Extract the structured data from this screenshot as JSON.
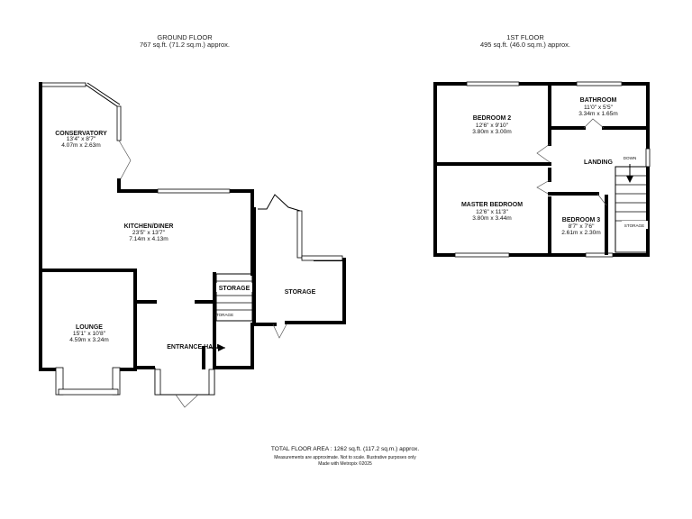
{
  "ground_floor": {
    "title": "GROUND FLOOR",
    "area": "767 sq.ft. (71.2 sq.m.) approx.",
    "rooms": {
      "conservatory": {
        "name": "CONSERVATORY",
        "imperial": "13'4\" x 8'7\"",
        "metric": "4.07m x 2.63m"
      },
      "kitchen": {
        "name": "KITCHEN/DINER",
        "imperial": "23'5\" x 13'7\"",
        "metric": "7.14m x 4.13m"
      },
      "lounge": {
        "name": "LOUNGE",
        "imperial": "15'1\" x 10'8\"",
        "metric": "4.59m x 3.24m"
      },
      "storage_small": {
        "name": "STORAGE"
      },
      "storage_large": {
        "name": "STORAGE"
      },
      "storage_tiny": {
        "name": "STORAGE"
      },
      "entrance": {
        "name": "ENTRANCE HALL"
      }
    }
  },
  "first_floor": {
    "title": "1ST FLOOR",
    "area": "495 sq.ft. (46.0 sq.m.) approx.",
    "rooms": {
      "bedroom2": {
        "name": "BEDROOM 2",
        "imperial": "12'6\" x 9'10\"",
        "metric": "3.80m x 3.00m"
      },
      "bathroom": {
        "name": "BATHROOM",
        "imperial": "11'0\" x 5'5\"",
        "metric": "3.34m x 1.65m"
      },
      "landing": {
        "name": "LANDING"
      },
      "down": {
        "name": "DOWN"
      },
      "master": {
        "name": "MASTER BEDROOM",
        "imperial": "12'6\" x 11'3\"",
        "metric": "3.80m x 3.44m"
      },
      "bedroom3": {
        "name": "BEDROOM 3",
        "imperial": "8'7\" x 7'6\"",
        "metric": "2.61m x 2.30m"
      },
      "storage": {
        "name": "STORAGE"
      }
    }
  },
  "footer": {
    "total": "TOTAL FLOOR AREA : 1262 sq.ft. (117.2 sq.m.) approx.",
    "disclaimer": "Measurements are approximate. Not to scale. Illustrative purposes only",
    "credit": "Made with Metropix ©2025"
  }
}
